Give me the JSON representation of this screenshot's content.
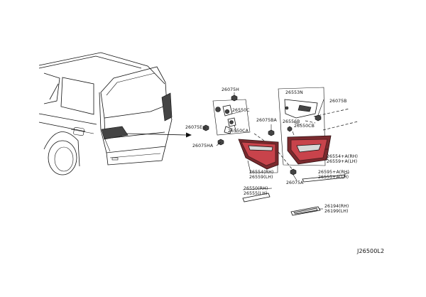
{
  "diagram": {
    "code": "J26500L2",
    "labels": {
      "p26075H": "26075H",
      "p26550C": "26550C",
      "p26075E": "26075E",
      "p26550CA": "26550CA",
      "p26075HA": "26075HA",
      "p26075BA": "26075BA",
      "p26554": "26554(RH)",
      "p26559": "26559(LH)",
      "p26075A": "26075A",
      "p26550": "26550(RH)",
      "p26555": "26555(LH)",
      "p26553N": "26553N",
      "p26075B": "26075B",
      "p26556B": "26556B",
      "p26550CB": "26550CB",
      "p26554A": "26554+A(RH)",
      "p26559A": "26559+A(LH)",
      "p26595A": "26595+A(RH)",
      "p26555A": "26555+A(LH)",
      "p26194": "26194(RH)",
      "p26199": "26199(LH)"
    }
  }
}
